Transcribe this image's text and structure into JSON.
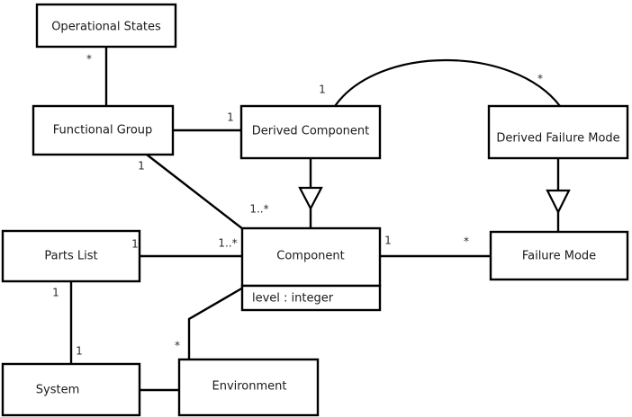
{
  "diagram": {
    "kind": "uml-class-diagram",
    "background_color": "#ffffff",
    "line_color": "#000000",
    "text_color": "#1a1a1a",
    "classes": [
      {
        "id": "operational_states",
        "name": "Operational States",
        "attributes": []
      },
      {
        "id": "functional_group",
        "name": "Functional Group",
        "attributes": []
      },
      {
        "id": "derived_component",
        "name": "Derived Component",
        "attributes": []
      },
      {
        "id": "derived_failure_mode",
        "name": "Derived Failure Mode",
        "attributes": []
      },
      {
        "id": "parts_list",
        "name": "Parts List",
        "attributes": []
      },
      {
        "id": "component",
        "name": "Component",
        "attributes": [
          "level : integer"
        ]
      },
      {
        "id": "failure_mode",
        "name": "Failure Mode",
        "attributes": []
      },
      {
        "id": "system",
        "name": "System",
        "attributes": []
      },
      {
        "id": "environment",
        "name": "Environment",
        "attributes": []
      }
    ],
    "relationships": [
      {
        "id": "r1",
        "type": "association",
        "from": "operational_states",
        "to": "functional_group",
        "from_multiplicity": "*",
        "to_multiplicity": ""
      },
      {
        "id": "r2",
        "type": "association",
        "from": "functional_group",
        "to": "derived_component",
        "from_multiplicity": "",
        "to_multiplicity": "1"
      },
      {
        "id": "r3",
        "type": "association",
        "from": "functional_group",
        "to": "component",
        "from_multiplicity": "1",
        "to_multiplicity": "1..*"
      },
      {
        "id": "r4",
        "type": "association",
        "from": "derived_component",
        "to": "derived_failure_mode",
        "from_multiplicity": "1",
        "to_multiplicity": "*"
      },
      {
        "id": "r5",
        "type": "generalization",
        "from": "derived_component",
        "to": "component",
        "from_multiplicity": "",
        "to_multiplicity": ""
      },
      {
        "id": "r6",
        "type": "generalization",
        "from": "derived_failure_mode",
        "to": "failure_mode",
        "from_multiplicity": "",
        "to_multiplicity": ""
      },
      {
        "id": "r7",
        "type": "association",
        "from": "parts_list",
        "to": "component",
        "from_multiplicity": "1",
        "to_multiplicity": "1..*"
      },
      {
        "id": "r8",
        "type": "association",
        "from": "component",
        "to": "failure_mode",
        "from_multiplicity": "1",
        "to_multiplicity": "*"
      },
      {
        "id": "r9",
        "type": "association",
        "from": "parts_list",
        "to": "system",
        "from_multiplicity": "1",
        "to_multiplicity": "1"
      },
      {
        "id": "r10",
        "type": "association",
        "from": "component",
        "to": "environment",
        "from_multiplicity": "*",
        "to_multiplicity": ""
      },
      {
        "id": "r11",
        "type": "association",
        "from": "system",
        "to": "environment",
        "from_multiplicity": "",
        "to_multiplicity": ""
      }
    ],
    "multiplicity_labels": {
      "os_to_fg": "*",
      "fg_to_dc": "1",
      "fg_to_comp": "1",
      "comp_from_fg": "1..*",
      "dc_to_dfm": "1",
      "dfm_from_dc": "*",
      "pl_to_comp": "1",
      "comp_from_pl": "1..*",
      "comp_to_fm": "1",
      "fm_from_comp": "*",
      "pl_to_sys_top": "1",
      "pl_to_sys_bottom": "1",
      "env_to_comp": "*"
    }
  }
}
